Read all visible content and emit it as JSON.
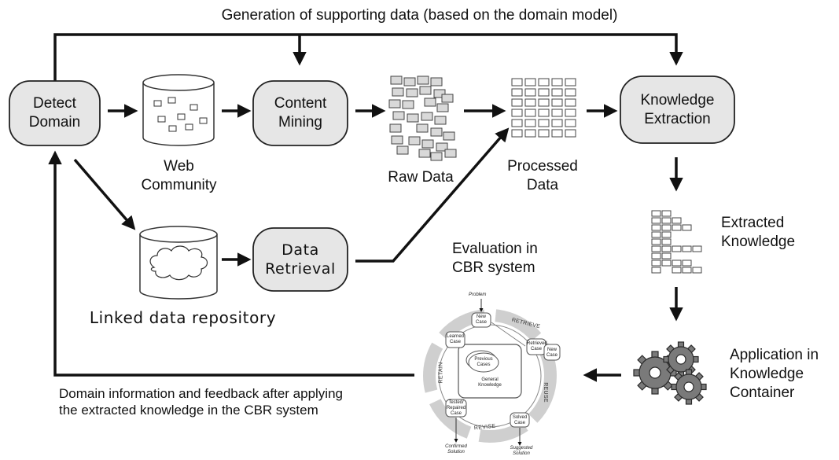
{
  "diagram": {
    "top_caption": "Generation of supporting data (based on the domain model)",
    "bottom_caption_line1": "Domain information and feedback after applying",
    "bottom_caption_line2": "the extracted knowledge in the CBR system",
    "nodes": {
      "detect_domain": [
        "Detect",
        "Domain"
      ],
      "content_mining": [
        "Content",
        "Mining"
      ],
      "knowledge_extraction": [
        "Knowledge",
        "Extraction"
      ],
      "data_retrieval": [
        "Data",
        "Retrieval"
      ]
    },
    "labels": {
      "web_community": [
        "Web",
        "Community"
      ],
      "raw_data": "Raw Data",
      "processed_data": [
        "Processed",
        "Data"
      ],
      "extracted_knowledge": [
        "Extracted",
        "Knowledge"
      ],
      "linked_data_repository": "Linked data repository",
      "evaluation": [
        "Evaluation in",
        "CBR system"
      ],
      "application": [
        "Application in",
        "Knowledge",
        "Container"
      ]
    },
    "cbr_cycle": {
      "problem": "Problem",
      "new_case": [
        "New",
        "Case"
      ],
      "retrieve": "RETRIEVE",
      "retrieved_case": [
        "Retrieved",
        "Case"
      ],
      "new_case_right": [
        "New",
        "Case"
      ],
      "reuse": "REUSE",
      "solved_case": [
        "Solved",
        "Case"
      ],
      "suggested_solution": [
        "Suggested",
        "Solution"
      ],
      "revise": "REVISE",
      "tested_case": [
        "Tested/",
        "Repaired",
        "Case"
      ],
      "confirmed_solution": [
        "Confirmed",
        "Solution"
      ],
      "retain": "RETAIN",
      "learned_case": [
        "Learned",
        "Case"
      ],
      "previous_cases": [
        "Previous",
        "Cases"
      ],
      "general_knowledge": [
        "General",
        "Knowledge"
      ]
    }
  }
}
